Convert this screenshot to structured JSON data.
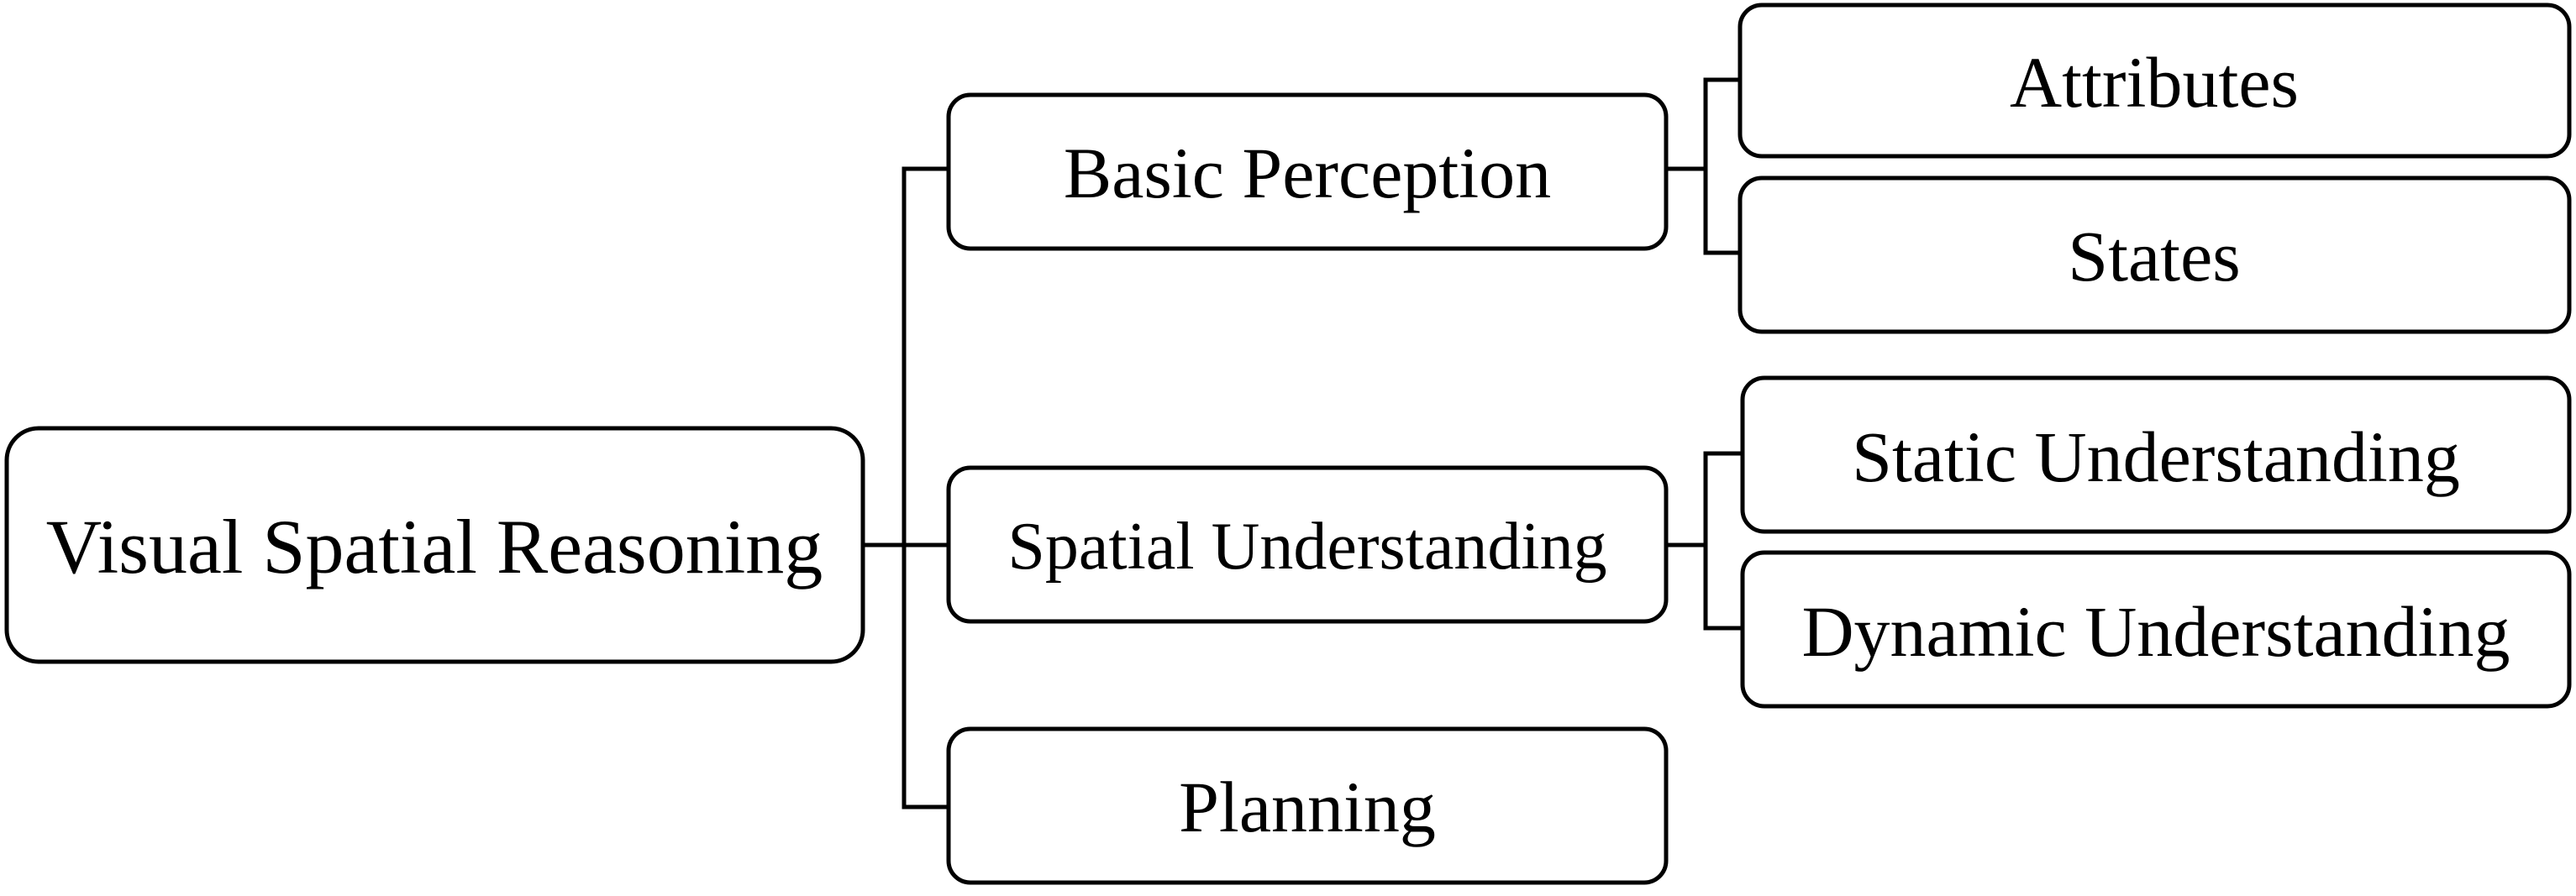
{
  "root": {
    "label": "Visual Spatial Reasoning"
  },
  "level1": [
    {
      "label": "Basic Perception"
    },
    {
      "label": "Spatial Understanding"
    },
    {
      "label": "Planning"
    }
  ],
  "level2": {
    "basic_perception": [
      {
        "label": "Attributes"
      },
      {
        "label": "States"
      }
    ],
    "spatial_understanding": [
      {
        "label": "Static Understanding"
      },
      {
        "label": "Dynamic Understanding"
      }
    ]
  }
}
